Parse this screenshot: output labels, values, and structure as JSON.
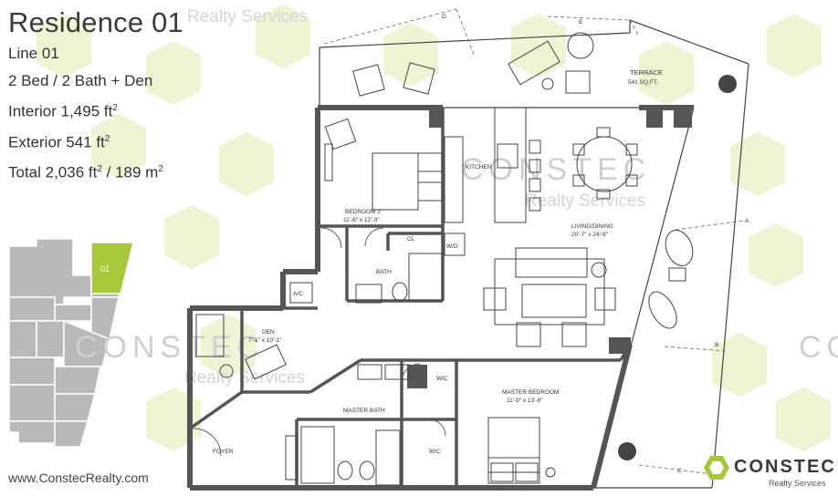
{
  "info": {
    "title": "Residence 01",
    "line": "Line 01",
    "beds": "2 Bed / 2 Bath + Den",
    "interior_label": "Interior 1,495 ft",
    "exterior_label": "Exterior 541 ft",
    "total_label": "Total 2,036 ft",
    "total_metric": " / 189 m",
    "superscript": "2"
  },
  "watermark": {
    "brand": "CONSTEC",
    "sub": "Realty Services"
  },
  "keymap": {
    "unit_label": "01",
    "highlight_color": "#a6c83a"
  },
  "rooms": {
    "terrace": "TERRACE",
    "terrace_area": "541 SQ.FT.",
    "kitchen": "KITCHEN",
    "bedroom2": "BEDROOM 2",
    "bedroom2_dims": "11'-6\" x 12'-0\"",
    "cl": "CL",
    "wd": "W/D",
    "bath": "BATH",
    "ac": "A/C",
    "living": "LIVING/DINING",
    "living_dims": "20'-7\" x 24'-9\"",
    "den": "DEN",
    "den_dims": "7'-1\" x 10'-1\"",
    "wic1": "WIC",
    "wic2": "WIC",
    "master_bath": "MASTER BATH",
    "master_bedroom": "MASTER BEDROOM",
    "master_dims": "11'-9\" x 13'-8\"",
    "foyer": "FOYER"
  },
  "markers": {
    "a": "A",
    "b": "B",
    "c": "C",
    "d": "D",
    "e": "E"
  },
  "footer": {
    "url": "www.ConstecRealty.com",
    "logo_name": "CONSTEC",
    "logo_sub": "Realty Services"
  },
  "colors": {
    "accent": "#a6c83a",
    "watermark": "#f0f4d4",
    "wall": "#555555"
  }
}
